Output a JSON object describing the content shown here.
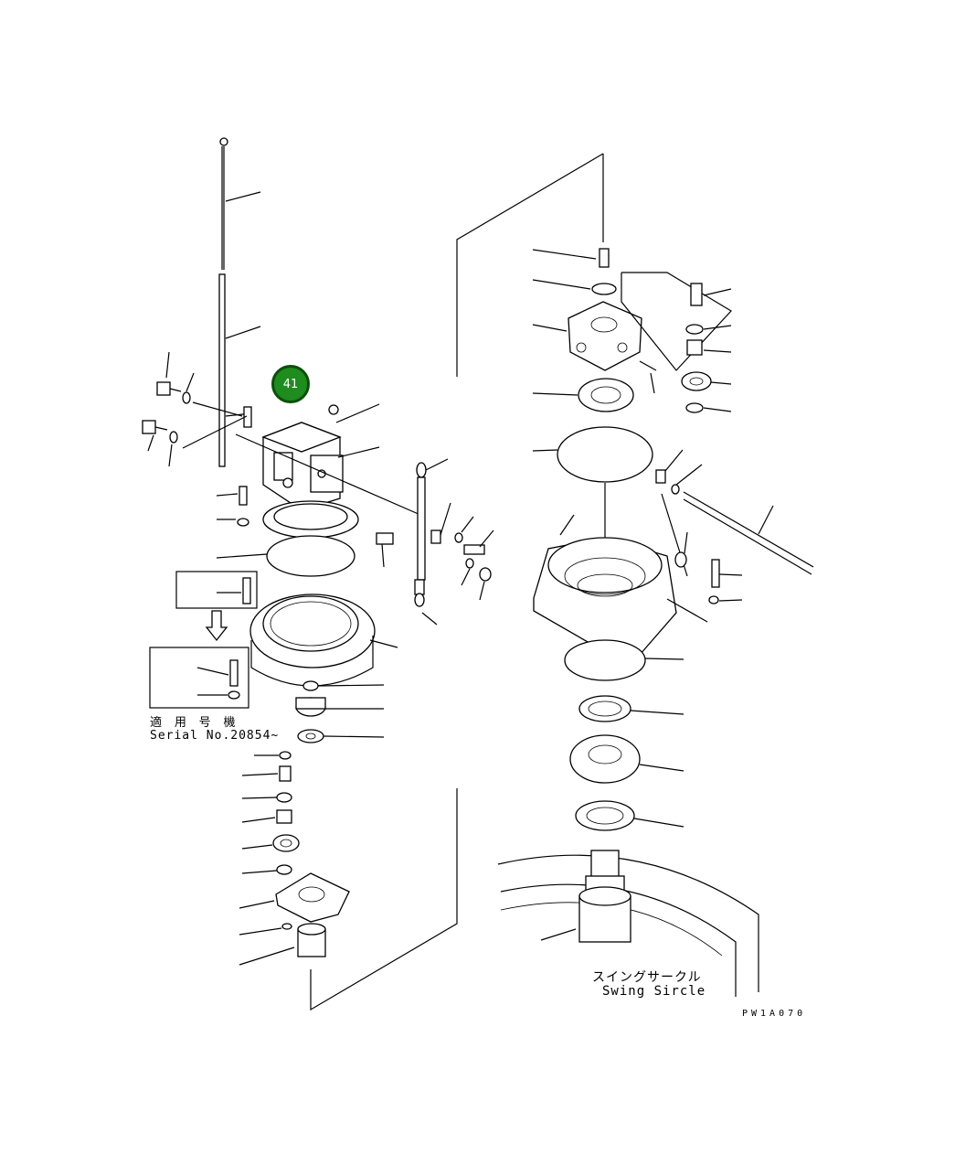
{
  "callout": {
    "number": "41"
  },
  "labels": {
    "applicable_serial_jp": "適 用 号 機",
    "serial_number": "Serial No.20854~",
    "swing_circle_jp": "スイングサークル",
    "swing_circle_en": "Swing Sircle",
    "drawing_code": "PW1A070"
  },
  "colors": {
    "callout_fill": "#1e8c1e",
    "callout_border": "#0b4f0b",
    "line": "#000000",
    "background": "#ffffff"
  }
}
